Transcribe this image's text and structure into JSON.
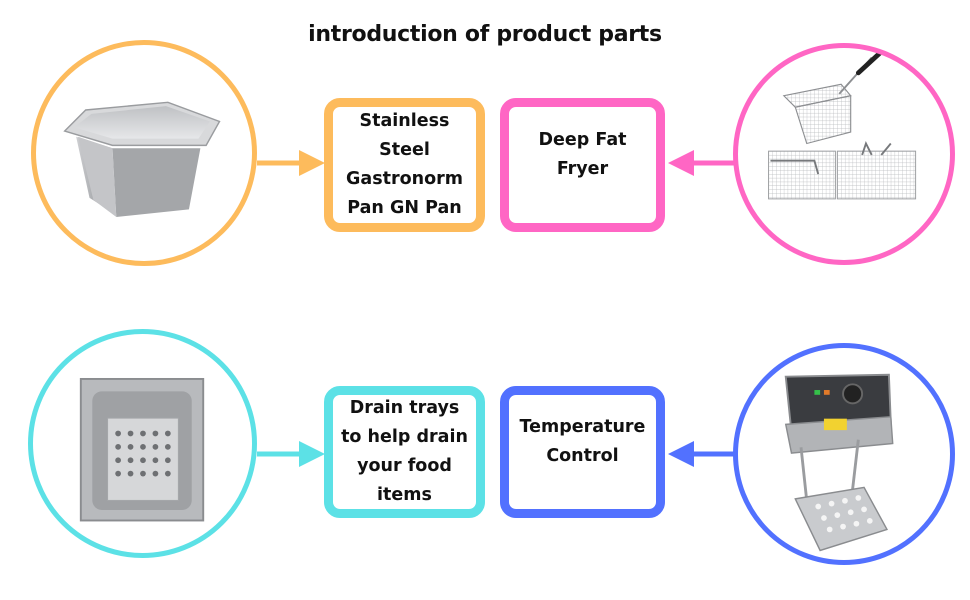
{
  "title": "introduction of product parts",
  "colors": {
    "orange": "#FDBB5C",
    "pink": "#FF66C4",
    "cyan": "#5CE1E6",
    "blue": "#5271FF"
  },
  "parts": [
    {
      "id": "gn-pan",
      "label": "Stainless\nSteel\nGastronorm\nPan GN Pan",
      "image": "stainless-steel-pan-photo",
      "color": "#FDBB5C"
    },
    {
      "id": "fryer-basket",
      "label": "Deep Fat\nFryer",
      "image": "fryer-basket-photo",
      "color": "#FF66C4"
    },
    {
      "id": "drain-tray",
      "label": "Drain trays\nto help drain\nyour food\nitems",
      "image": "drain-tray-photo",
      "color": "#5CE1E6"
    },
    {
      "id": "temperature-control",
      "label": "Temperature\nControl",
      "image": "temperature-control-fryer-photo",
      "color": "#5271FF"
    }
  ]
}
